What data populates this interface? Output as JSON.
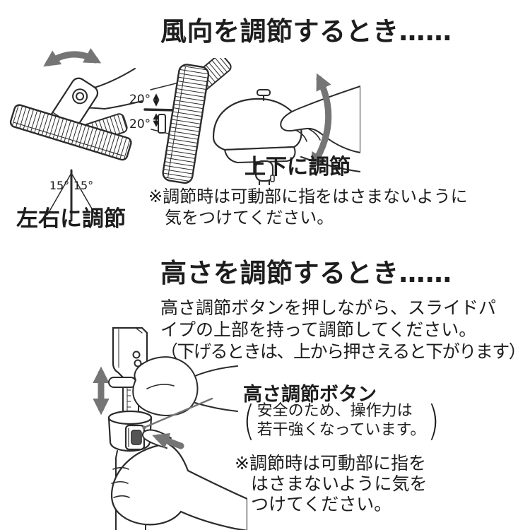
{
  "colors": {
    "text": "#1d1d1d",
    "line_art": "#2b2b2b",
    "arrow_gray": "#757575",
    "background": "#ffffff",
    "button_dark": "#555555"
  },
  "section_wind": {
    "title": "風向を調節するとき……",
    "swivel": {
      "label": "左右に調節",
      "angle_left": "15°",
      "angle_right": "15°"
    },
    "tilt": {
      "label": "上下に調節",
      "angle_up": "20°",
      "angle_down": "20°"
    },
    "note": {
      "line1": "※調節時は可動部に指をはさまないように",
      "line2": "気をつけてください。"
    }
  },
  "section_height": {
    "title": "高さを調節するとき……",
    "body": {
      "line1": "高さ調節ボタンを押しながら、スライドパ",
      "line2": "イプの上部を持って調節してください。",
      "line3": "（下げるときは、上から押さえると下がります）"
    },
    "button_label": "高さ調節ボタン",
    "button_note": {
      "line1": "安全のため、操作力は",
      "line2": "若干強くなっています。"
    },
    "note": {
      "line1": "※調節時は可動部に指を",
      "line2": "はさまないように気を",
      "line3": "つけてください。"
    }
  }
}
